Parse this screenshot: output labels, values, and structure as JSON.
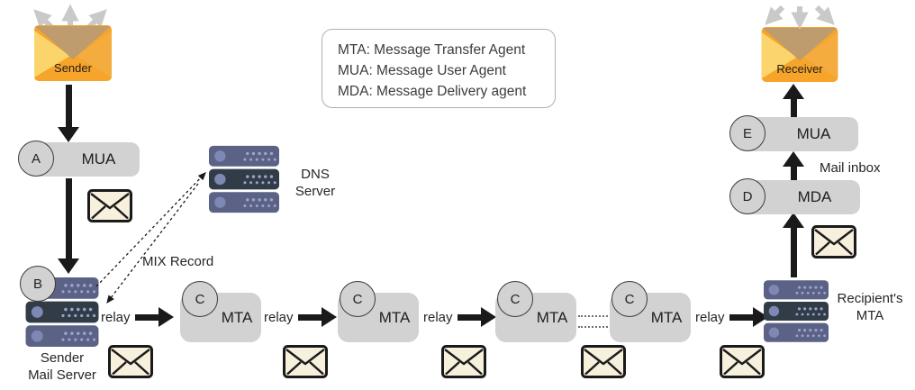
{
  "legend": {
    "lines": [
      "MTA: Message Transfer Agent",
      "MUA: Message User Agent",
      "MDA: Message Delivery agent"
    ]
  },
  "endpoints": {
    "sender": "Sender",
    "receiver": "Receiver"
  },
  "agents": {
    "mua_a": {
      "letter": "A",
      "label": "MUA"
    },
    "mda_d": {
      "letter": "D",
      "label": "MDA"
    },
    "mua_e": {
      "letter": "E",
      "label": "MUA"
    },
    "mta_letter": "C",
    "mta_label": "MTA"
  },
  "servers": {
    "sender_mail_server": {
      "letter": "B",
      "label": "Sender\nMail Server"
    },
    "dns_server": {
      "label": "DNS\nServer"
    },
    "recipients_mta": {
      "label": "Recipient's\nMTA"
    }
  },
  "annotations": {
    "mix_record": "MIX Record",
    "mail_inbox": "Mail inbox",
    "relay": "relay"
  },
  "colors": {
    "node_gray": "#d2d2d2",
    "server_slate": "#5c6285",
    "server_dark": "#323c47",
    "server_dot": "#9aa3cf",
    "envelope_orange": "#f6a42a",
    "envelope_flap_tan": "#be9c6e",
    "envelope_light": "#fbd56c",
    "envelope_cream": "#f7f0dc",
    "arrow_black": "#1a1a1a",
    "arrow_gray": "#c9c9c9"
  }
}
